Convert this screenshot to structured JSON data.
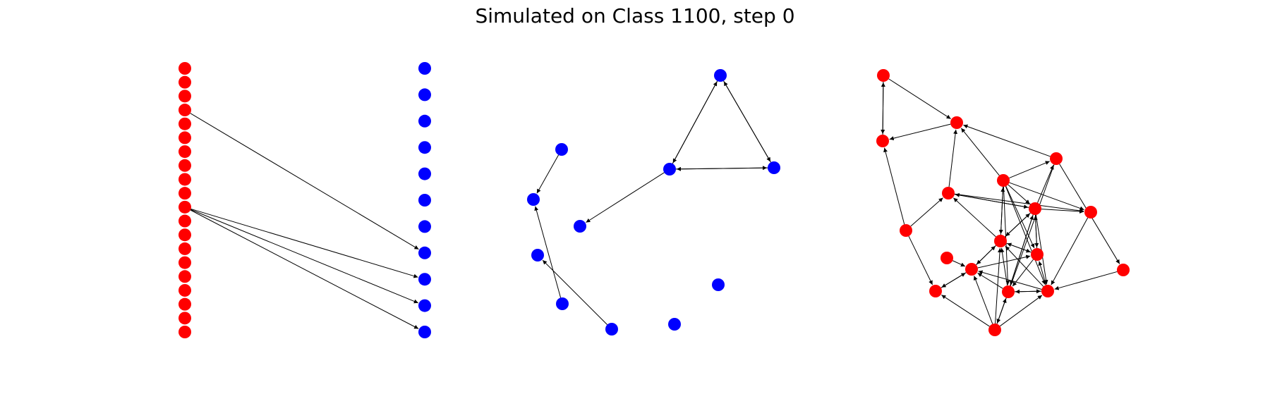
{
  "figure": {
    "title": "Simulated on Class 1100, step 0"
  },
  "colors": {
    "red_nodes": "#ff0000",
    "blue_nodes": "#0000ff",
    "edge": "#000000",
    "background": "#ffffff"
  },
  "graphs": [
    {
      "id": "bipartite",
      "layout": "two-columns",
      "left_count": 20,
      "left_color": "red",
      "right_count": 11,
      "right_color": "blue",
      "edges": [
        [
          3,
          7
        ],
        [
          10,
          8
        ],
        [
          10,
          9
        ],
        [
          10,
          10
        ]
      ]
    },
    {
      "id": "blue-graph",
      "node_color": "blue",
      "node_count": 11,
      "edges": [
        [
          0,
          1
        ],
        [
          1,
          0
        ],
        [
          0,
          2
        ],
        [
          2,
          0
        ],
        [
          1,
          2
        ],
        [
          2,
          1
        ],
        [
          1,
          3
        ],
        [
          4,
          5
        ],
        [
          7,
          6
        ],
        [
          8,
          5
        ]
      ]
    },
    {
      "id": "red-graph",
      "node_color": "red",
      "node_count": 18,
      "edges": [
        [
          0,
          1
        ],
        [
          0,
          2
        ],
        [
          2,
          0
        ],
        [
          1,
          2
        ],
        [
          3,
          2
        ],
        [
          3,
          6
        ],
        [
          3,
          15
        ],
        [
          4,
          12
        ],
        [
          5,
          1
        ],
        [
          5,
          13
        ],
        [
          5,
          10
        ],
        [
          5,
          7
        ],
        [
          5,
          8
        ],
        [
          5,
          11
        ],
        [
          5,
          9
        ],
        [
          5,
          14
        ],
        [
          8,
          1
        ],
        [
          6,
          1
        ],
        [
          6,
          7
        ],
        [
          6,
          9
        ],
        [
          7,
          6
        ],
        [
          7,
          11
        ],
        [
          7,
          10
        ],
        [
          7,
          13
        ],
        [
          7,
          14
        ],
        [
          7,
          9
        ],
        [
          7,
          8
        ],
        [
          8,
          16
        ],
        [
          8,
          17
        ],
        [
          9,
          14
        ],
        [
          10,
          5
        ],
        [
          10,
          6
        ],
        [
          10,
          11
        ],
        [
          10,
          7
        ],
        [
          10,
          12
        ],
        [
          11,
          10
        ],
        [
          11,
          7
        ],
        [
          11,
          13
        ],
        [
          12,
          10
        ],
        [
          12,
          15
        ],
        [
          12,
          11
        ],
        [
          13,
          10
        ],
        [
          13,
          7
        ],
        [
          13,
          12
        ],
        [
          13,
          14
        ],
        [
          14,
          10
        ],
        [
          14,
          11
        ],
        [
          14,
          13
        ],
        [
          14,
          12
        ],
        [
          15,
          12
        ],
        [
          16,
          14
        ],
        [
          16,
          13
        ],
        [
          16,
          12
        ],
        [
          16,
          15
        ],
        [
          16,
          10
        ],
        [
          17,
          14
        ]
      ]
    }
  ]
}
